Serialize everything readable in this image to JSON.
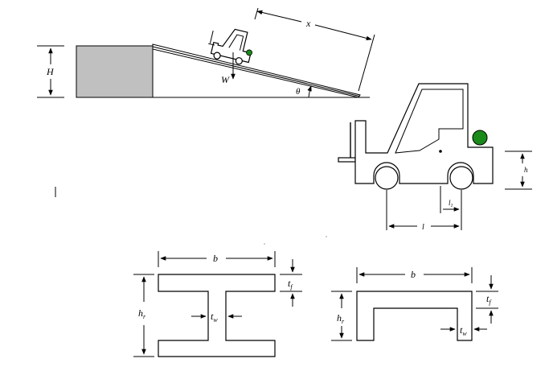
{
  "figure": {
    "labels": {
      "H": "H",
      "W": "W",
      "x": "x",
      "theta": "θ",
      "h": "h",
      "l1": "l",
      "l1_sub": "1",
      "l": "l",
      "b_ibeam": "b",
      "tf_ibeam": "t",
      "tf_ibeam_sub": "f",
      "hr_ibeam": "h",
      "hr_ibeam_sub": "r",
      "tw_ibeam": "t",
      "tw_ibeam_sub": "w",
      "b_channel": "b",
      "tf_channel": "t",
      "tf_channel_sub": "f",
      "hr_channel": "h",
      "hr_channel_sub": "r",
      "tw_channel": "t",
      "tw_channel_sub": "w"
    },
    "colors": {
      "block_fill": "#c0c0c0",
      "driver_head": "#1a8a1a",
      "line": "#000000"
    }
  }
}
